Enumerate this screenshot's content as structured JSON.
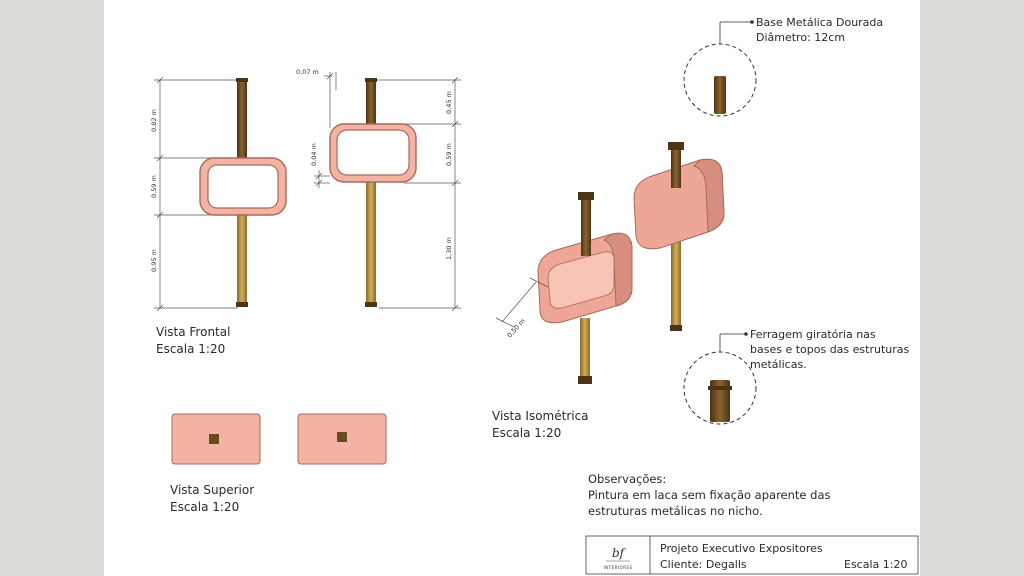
{
  "colors": {
    "frame_fill": "#f2b3a2",
    "frame_stroke": "#a66a5e",
    "pole_wood": "#c49a4a",
    "pole_dark": "#6b4a22",
    "page_bg": "#dcdcd8",
    "sheet_bg": "#ffffff"
  },
  "front_view": {
    "dims": {
      "top": "0,82 m",
      "middle": "0,59 m",
      "bottom": "0,95 m"
    },
    "label_line1": "Vista Frontal",
    "label_line2": "Escala 1:20"
  },
  "side_view": {
    "dims": {
      "offset": "0,07 m",
      "wall": "0,04 m",
      "top": "0,45 m",
      "middle": "0,59 m",
      "bottom": "1,30 m"
    }
  },
  "top_view": {
    "label_line1": "Vista Superior",
    "label_line2": "Escala 1:20"
  },
  "iso_view": {
    "dim_depth": "0,50 m",
    "label_line1": "Vista Isométrica",
    "label_line2": "Escala 1:20"
  },
  "detail_top": {
    "line1": "Base Metálica Dourada",
    "line2": "Diâmetro: 12cm"
  },
  "detail_bottom": {
    "line1": "Ferragem giratória nas",
    "line2": "bases e topos das estruturas",
    "line3": "metálicas."
  },
  "observations": {
    "title": "Observações:",
    "line1": "Pintura em laca sem fixação aparente das",
    "line2": "estruturas metálicas no nicho."
  },
  "title_block": {
    "logo_text": "bf",
    "logo_sub": "INTERIORES",
    "project": "Projeto Executivo Expositores",
    "client": "Cliente: Degalls",
    "scale": "Escala 1:20"
  }
}
